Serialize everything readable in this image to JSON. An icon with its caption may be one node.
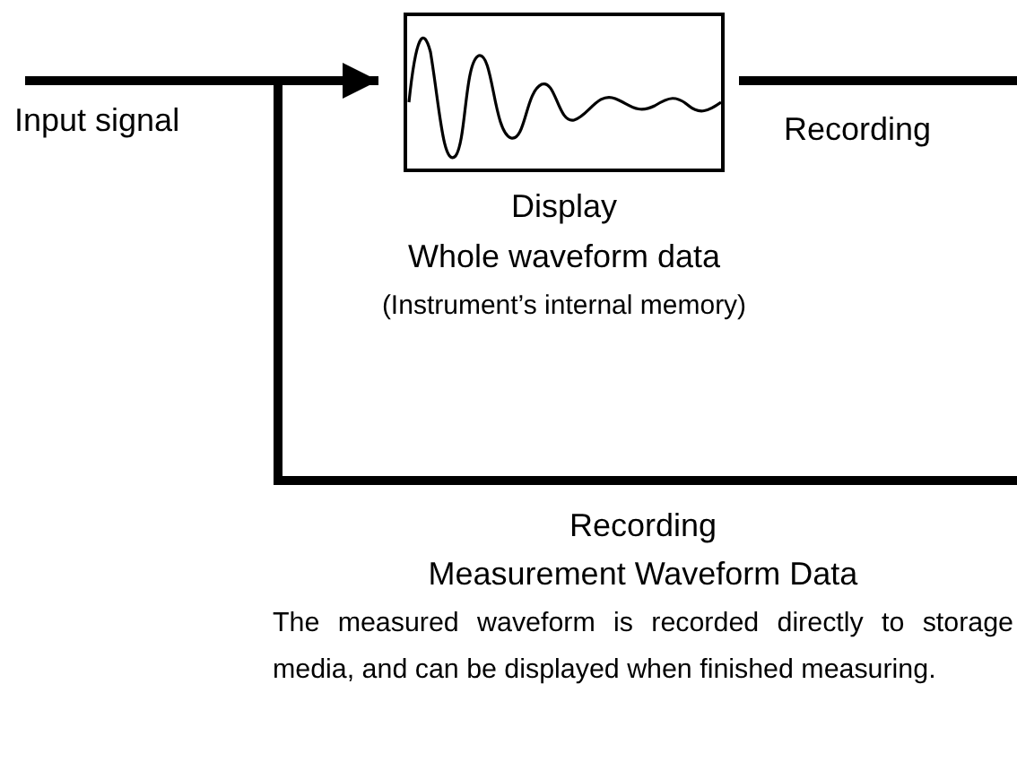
{
  "diagram": {
    "nodes": [
      {
        "text": [],
        "shape": "box",
        "beside": [
          "Display",
          "Whole waveform data",
          "(Instrument’s internal memory)"
        ]
      },
      {
        "text": [
          "Recording",
          "Measurement Waveform Data",
          "The measured waveform is recorded directly to storage media, and can be displayed when finished measuring."
        ]
      }
    ],
    "edges": [
      {
        "from": null,
        "to": 0,
        "arrow": "to",
        "label": "Input signal"
      },
      {
        "from": 0,
        "to": null,
        "arrow": "none",
        "label": "Recording"
      },
      {
        "from": null,
        "to": 1,
        "arrow": "none"
      }
    ]
  }
}
